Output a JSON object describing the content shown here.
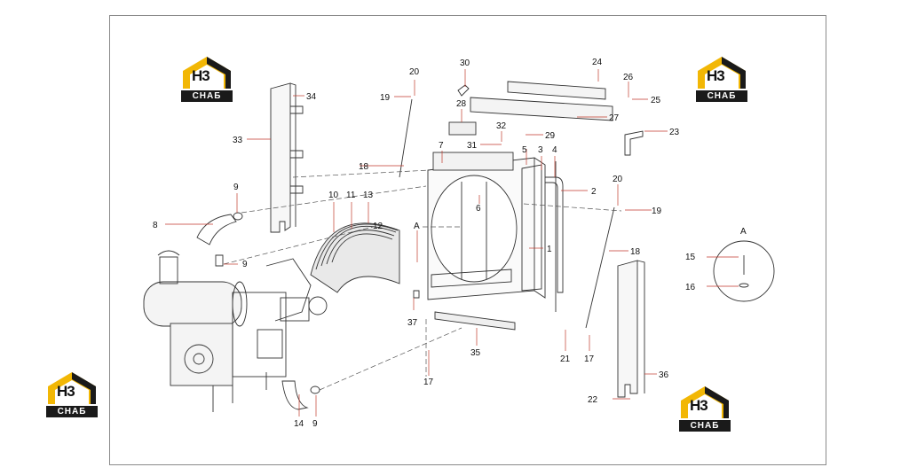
{
  "logos": [
    {
      "mark": "H3",
      "plate": "СНАБ"
    },
    {
      "mark": "H3",
      "plate": "СНАБ"
    },
    {
      "mark": "H3",
      "plate": "СНАБ"
    },
    {
      "mark": "H3",
      "plate": "СНАБ"
    }
  ],
  "callouts": {
    "c1": "1",
    "c2": "2",
    "c3": "3",
    "c4": "4",
    "c5": "5",
    "c6": "6",
    "c7": "7",
    "c8": "8",
    "c9a": "9",
    "c9b": "9",
    "c9c": "9",
    "c10": "10",
    "c11": "11",
    "c12": "12",
    "c13": "13",
    "c14": "14",
    "c15": "15",
    "c16": "16",
    "c17a": "17",
    "c17b": "17",
    "c18a": "18",
    "c18b": "18",
    "c19a": "19",
    "c19b": "19",
    "c20a": "20",
    "c20b": "20",
    "c21": "21",
    "c22": "22",
    "c23": "23",
    "c24": "24",
    "c25": "25",
    "c26": "26",
    "c27": "27",
    "c28": "28",
    "c29": "29",
    "c30": "30",
    "c31": "31",
    "c32": "32",
    "c33": "33",
    "c34": "34",
    "c35": "35",
    "c36": "36",
    "c37": "37",
    "viewA": "A",
    "detailA": "A"
  },
  "colors": {
    "leader": "#c0392b",
    "line": "#333333",
    "logo_accent": "#f2b705"
  }
}
